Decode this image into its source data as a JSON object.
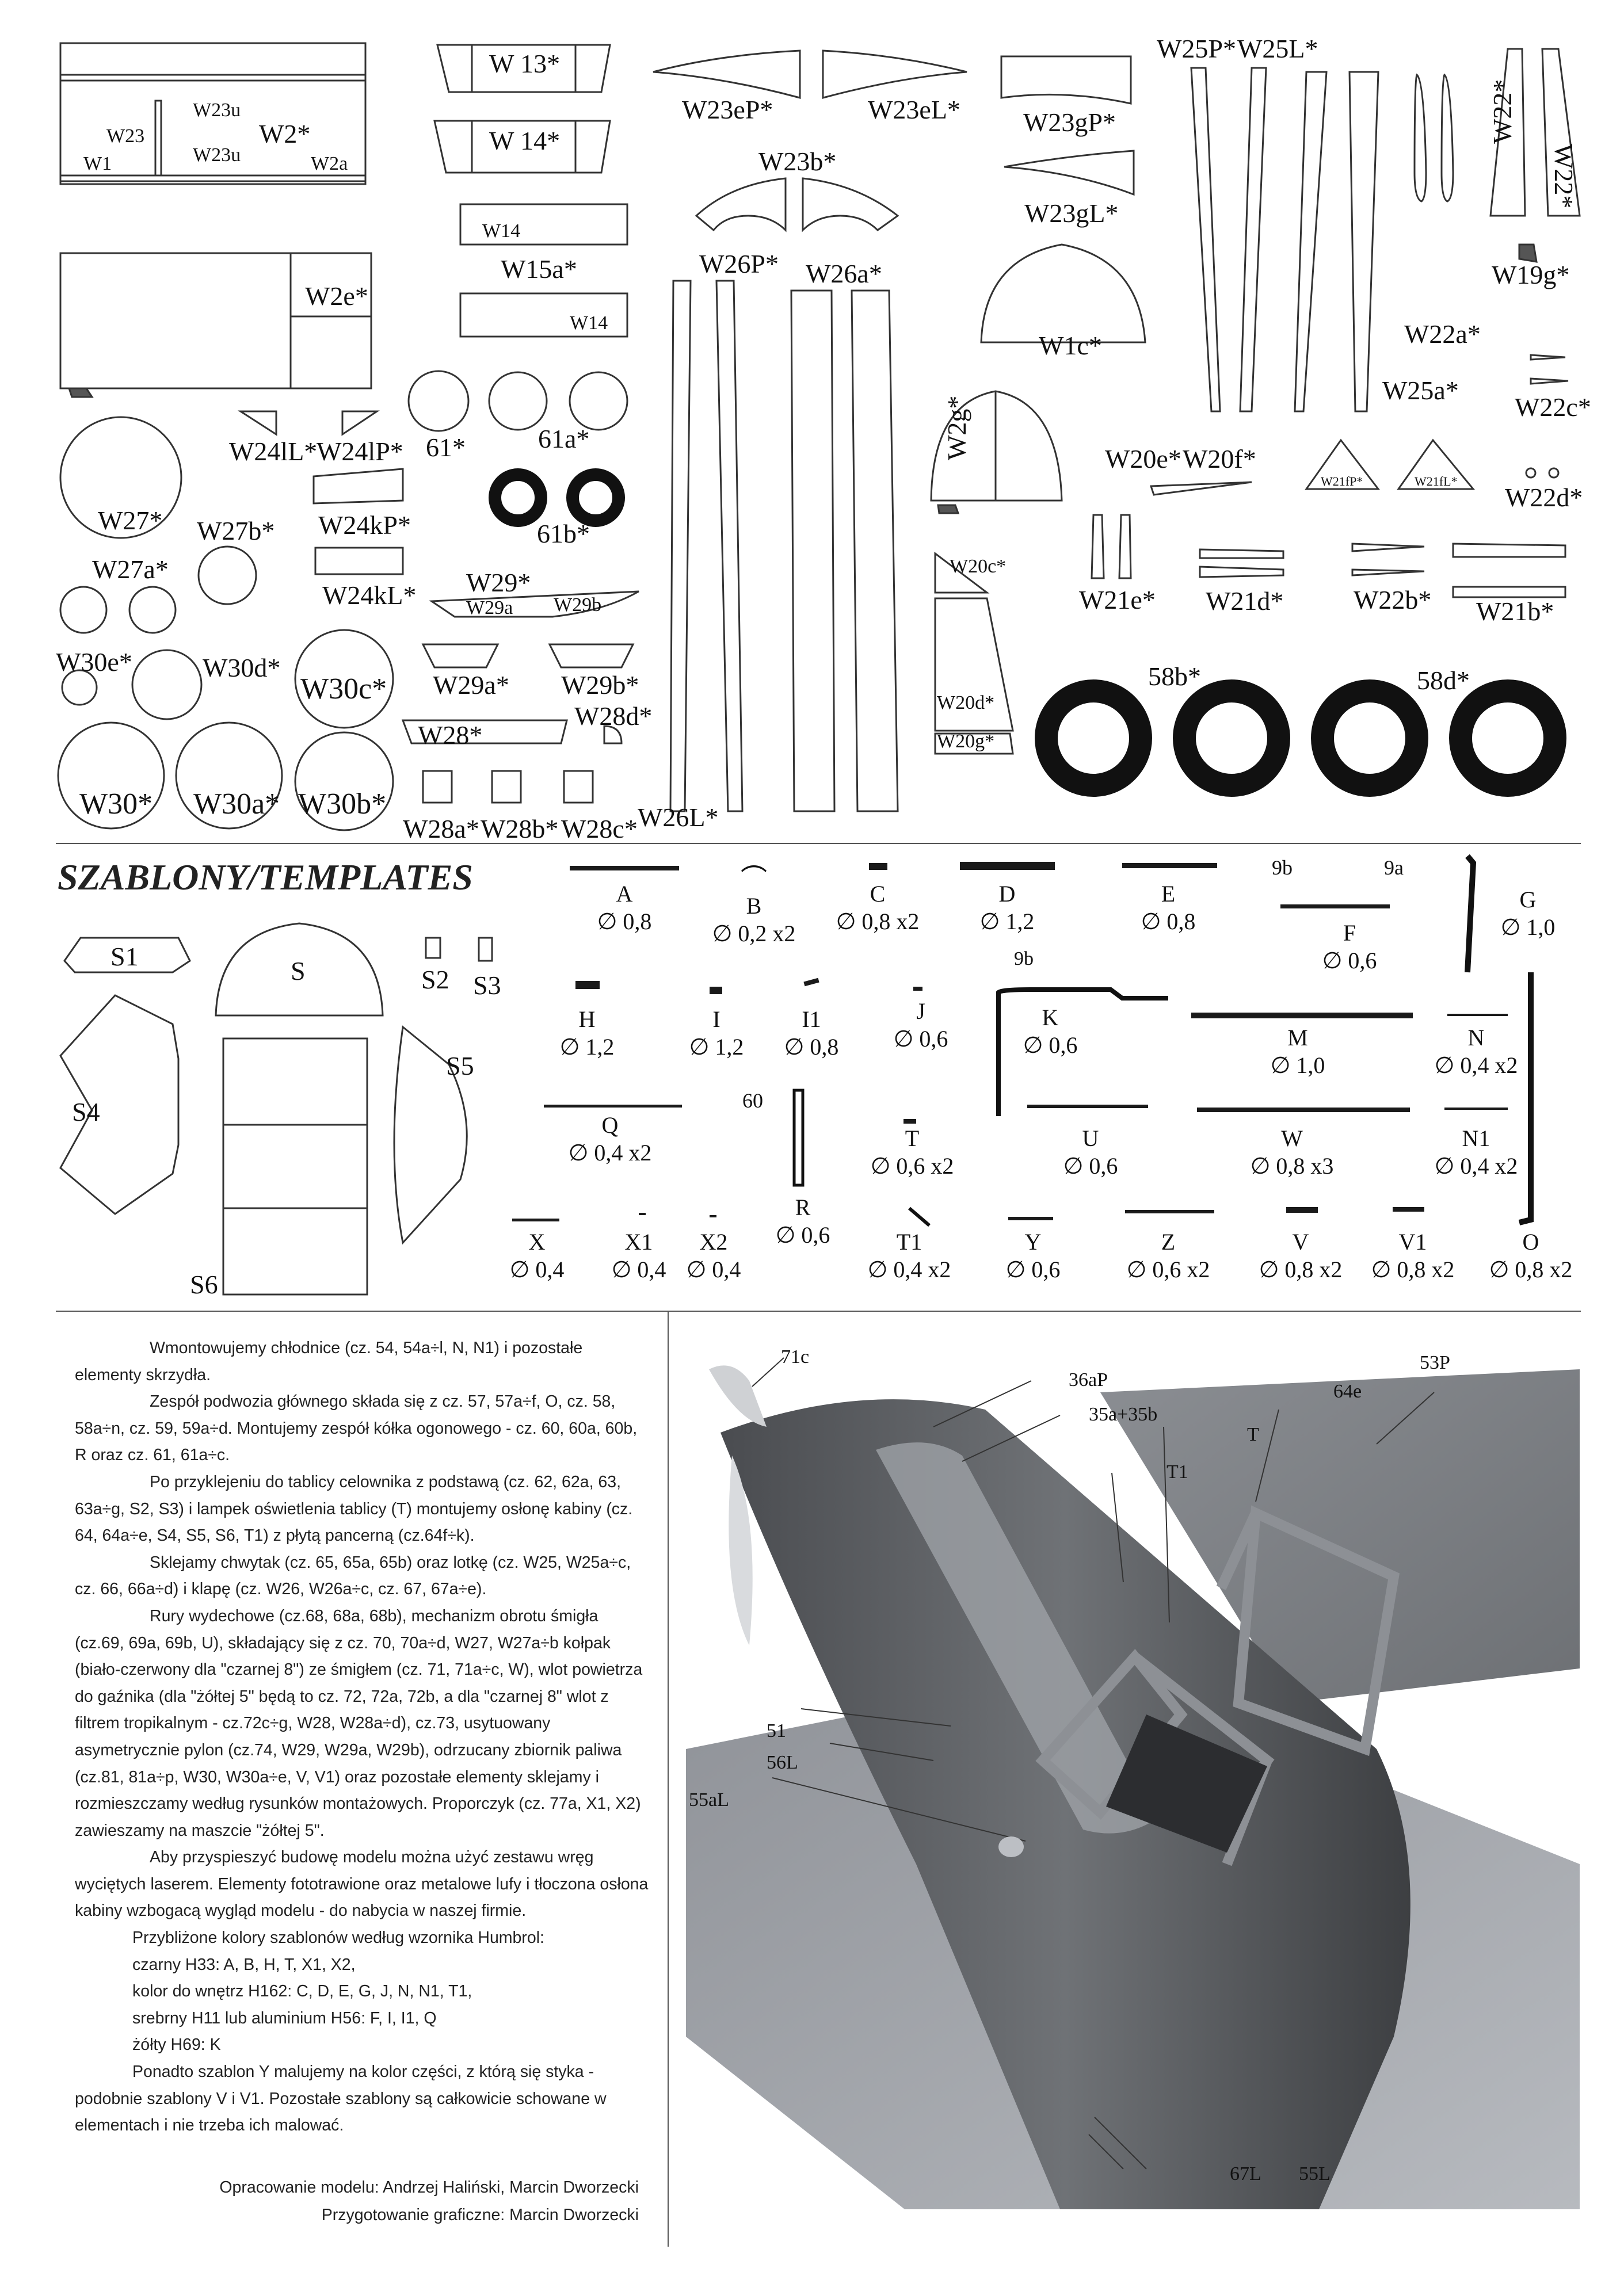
{
  "parts_top": {
    "W2": "W2*",
    "W23": "W23",
    "W23u_a": "W23u",
    "W23u_b": "W23u",
    "W1": "W1",
    "W2a": "W2a",
    "W13": "W 13*",
    "W14": "W 14*",
    "W14_a": "W14",
    "W14_b": "W14",
    "W15a": "W15a*",
    "W23eP": "W23eP*",
    "W23eL": "W23eL*",
    "W23gP": "W23gP*",
    "W23gL": "W23gL*",
    "W25P": "W25P*",
    "W25L": "W25L*",
    "W22": "W22*",
    "W22_b": "W22*",
    "W19g": "W19g*",
    "W23b": "W23b*",
    "W2e": "W2e*",
    "W1c": "W1c*",
    "W22a": "W22a*",
    "W25a": "W25a*",
    "W22c": "W22c*",
    "W26P": "W26P*",
    "W26a": "W26a*",
    "W26L": "W26L*",
    "W24lL": "W24lL*",
    "W24lP": "W24lP*",
    "p61": "61*",
    "p61a": "61a*",
    "p61b": "61b*",
    "W27": "W27*",
    "W27b": "W27b*",
    "W27a": "W27a*",
    "W24kP": "W24kP*",
    "W24kL": "W24kL*",
    "W29": "W29*",
    "W29a_inner": "W29a",
    "W29b_inner": "W29b",
    "W29a": "W29a*",
    "W29b": "W29b*",
    "W30e": "W30e*",
    "W30d": "W30d*",
    "W30c": "W30c*",
    "W30": "W30*",
    "W30a": "W30a*",
    "W30b": "W30b*",
    "W28": "W28*",
    "W28d": "W28d*",
    "W28a": "W28a*",
    "W28b": "W28b*",
    "W28c": "W28c*",
    "W2g": "W2g*",
    "W20e": "W20e*",
    "W20f": "W20f*",
    "W21fP": "W21fP*",
    "W21fL": "W21fL*",
    "W22d": "W22d*",
    "W20c": "W20c*",
    "W20d": "W20d*",
    "W20g": "W20g*",
    "W21e": "W21e*",
    "W21d": "W21d*",
    "W22b": "W22b*",
    "W21b": "W21b*",
    "p58b": "58b*",
    "p58d": "58d*"
  },
  "templates_title": "SZABLONY/TEMPLATES",
  "outline_templates": {
    "S": "S",
    "S1": "S1",
    "S2": "S2",
    "S3": "S3",
    "S4": "S4",
    "S5": "S5",
    "S6": "S6"
  },
  "wire_templates": [
    {
      "id": "A",
      "dim": "∅ 0,8"
    },
    {
      "id": "B",
      "dim": "∅ 0,2 x2"
    },
    {
      "id": "C",
      "dim": "∅ 0,8 x2"
    },
    {
      "id": "D",
      "dim": "∅ 1,2"
    },
    {
      "id": "E",
      "dim": "∅ 0,8"
    },
    {
      "id": "F",
      "dim": "∅ 0,6"
    },
    {
      "id": "G",
      "dim": "∅ 1,0"
    },
    {
      "id": "H",
      "dim": "∅ 1,2"
    },
    {
      "id": "I",
      "dim": "∅ 1,2"
    },
    {
      "id": "I1",
      "dim": "∅ 0,8"
    },
    {
      "id": "J",
      "dim": "∅ 0,6"
    },
    {
      "id": "K",
      "dim": "∅ 0,6"
    },
    {
      "id": "M",
      "dim": "∅ 1,0"
    },
    {
      "id": "N",
      "dim": "∅ 0,4 x2"
    },
    {
      "id": "Q",
      "dim": "∅ 0,4 x2"
    },
    {
      "id": "R",
      "dim": "∅ 0,6"
    },
    {
      "id": "T",
      "dim": "∅ 0,6 x2"
    },
    {
      "id": "U",
      "dim": "∅ 0,6"
    },
    {
      "id": "W",
      "dim": "∅ 0,8 x3"
    },
    {
      "id": "N1",
      "dim": "∅ 0,4 x2"
    },
    {
      "id": "X",
      "dim": "∅ 0,4"
    },
    {
      "id": "X1",
      "dim": "∅ 0,4"
    },
    {
      "id": "X2",
      "dim": "∅ 0,4"
    },
    {
      "id": "T1",
      "dim": "∅ 0,4 x2"
    },
    {
      "id": "Y",
      "dim": "∅ 0,6"
    },
    {
      "id": "Z",
      "dim": "∅ 0,6 x2"
    },
    {
      "id": "V",
      "dim": "∅ 0,8 x2"
    },
    {
      "id": "V1",
      "dim": "∅ 0,8 x2"
    },
    {
      "id": "O",
      "dim": "∅ 0,8 x2"
    }
  ],
  "template_marks": {
    "f_9b": "9b",
    "f_9a": "9a",
    "k_9b": "9b",
    "r_60": "60"
  },
  "instructions": [
    "Wmontowujemy chłodnice (cz. 54, 54a÷l, N, N1) i pozostałe elementy skrzydła.",
    "Zespół podwozia głównego składa się z cz. 57, 57a÷f, O, cz. 58, 58a÷n, cz. 59, 59a÷d. Montujemy zespół kółka ogonowego - cz. 60, 60a, 60b, R oraz cz. 61, 61a÷c.",
    "Po przyklejeniu do tablicy celownika z podstawą (cz. 62, 62a, 63, 63a÷g, S2, S3) i lampek oświetlenia tablicy (T) montujemy osłonę kabiny (cz. 64, 64a÷e, S4, S5, S6, T1) z płytą pancerną (cz.64f÷k).",
    "Sklejamy chwytak (cz. 65, 65a, 65b) oraz lotkę (cz. W25, W25a÷c, cz. 66, 66a÷d) i klapę (cz. W26, W26a÷c, cz. 67, 67a÷e).",
    "Rury wydechowe (cz.68, 68a, 68b), mechanizm obrotu śmigła (cz.69, 69a, 69b, U), składający się z cz. 70, 70a÷d, W27, W27a÷b kołpak (biało-czerwony dla \"czarnej 8\") ze śmigłem (cz. 71, 71a÷c, W), wlot powietrza do gaźnika (dla \"żółtej 5\" będą to cz. 72, 72a, 72b, a dla \"czarnej 8\" wlot z filtrem tropikalnym - cz.72c÷g, W28, W28a÷d), cz.73, usytuowany asymetrycznie pylon (cz.74, W29, W29a, W29b), odrzucany zbiornik paliwa (cz.81, 81a÷p, W30, W30a÷e, V, V1) oraz pozostałe elementy sklejamy i rozmieszczamy według rysunków montażowych. Proporczyk (cz. 77a, X1, X2) zawieszamy na maszcie \"żółtej 5\".",
    "Aby przyspieszyć budowę modelu można użyć zestawu wręg wyciętych laserem. Elementy fototrawione oraz metalowe lufy i tłoczona osłona kabiny wzbogacą wygląd modelu - do nabycia w naszej firmie."
  ],
  "colors_intro": "Przybliżone kolory szablonów według wzornika Humbrol:",
  "colors": [
    "czarny H33: A, B, H, T, X1, X2,",
    "kolor do wnętrz H162: C, D, E, G, J, N, N1, T1,",
    "srebrny H11 lub aluminium H56: F, I, I1, Q",
    "żółty H69: K"
  ],
  "colors_note": "Ponadto szablon Y malujemy na kolor części, z którą się styka - podobnie szablony V i V1. Pozostałe szablony są całkowicie schowane w elementach i nie trzeba ich malować.",
  "credits": {
    "model": "Opracowanie modelu: Andrzej Haliński, Marcin Dworzecki",
    "graphics": "Przygotowanie graficzne: Marcin Dworzecki"
  },
  "render_callouts": {
    "c71c": "71c",
    "c36aP": "36aP",
    "c35a35b": "35a+35b",
    "cT": "T",
    "c64e": "64e",
    "c53P": "53P",
    "cT1": "T1",
    "c51": "51",
    "c56L": "56L",
    "c55aL": "55aL",
    "c67L": "67L",
    "c55L": "55L"
  }
}
